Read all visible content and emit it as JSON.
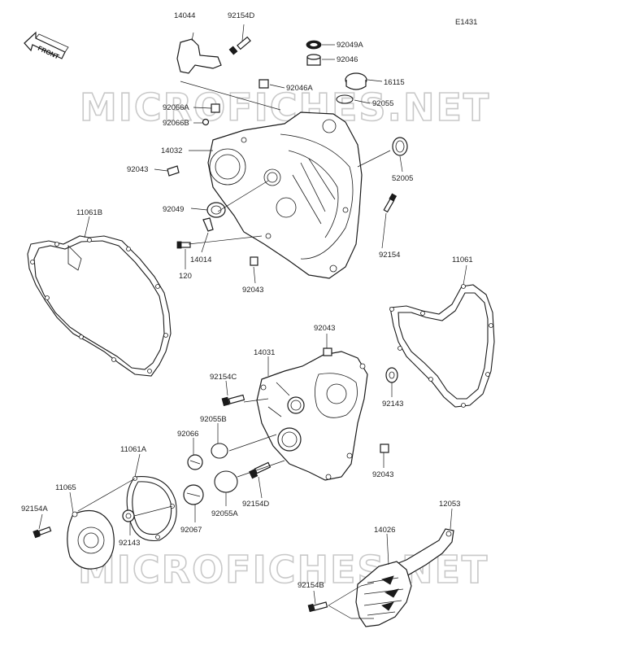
{
  "diagram_code": "E1431",
  "front_label": "FRONT",
  "watermark": "MICROFICHES.NET",
  "parts": {
    "p14044": "14044",
    "p92154D_top": "92154D",
    "p92049A": "92049A",
    "p92046": "92046",
    "p92046A": "92046A",
    "p16115": "16115",
    "p92066A": "92066A",
    "p92055": "92055",
    "p92066B": "92066B",
    "p14032": "14032",
    "p92043_a": "92043",
    "p52005": "52005",
    "p11061B": "11061B",
    "p92049": "92049",
    "p92154": "92154",
    "p14014": "14014",
    "p120": "120",
    "p92043_b": "92043",
    "p11061": "11061",
    "p92043_c": "92043",
    "p14031": "14031",
    "p92154C": "92154C",
    "p92143_a": "92143",
    "p92055B": "92055B",
    "p92066": "92066",
    "p11061A": "11061A",
    "p92043_d": "92043",
    "p11065": "11065",
    "p92154D_bot": "92154D",
    "p92055A": "92055A",
    "p92154A": "92154A",
    "p92143_b": "92143",
    "p92067": "92067",
    "p12053": "12053",
    "p14026": "14026",
    "p92154B": "92154B"
  }
}
